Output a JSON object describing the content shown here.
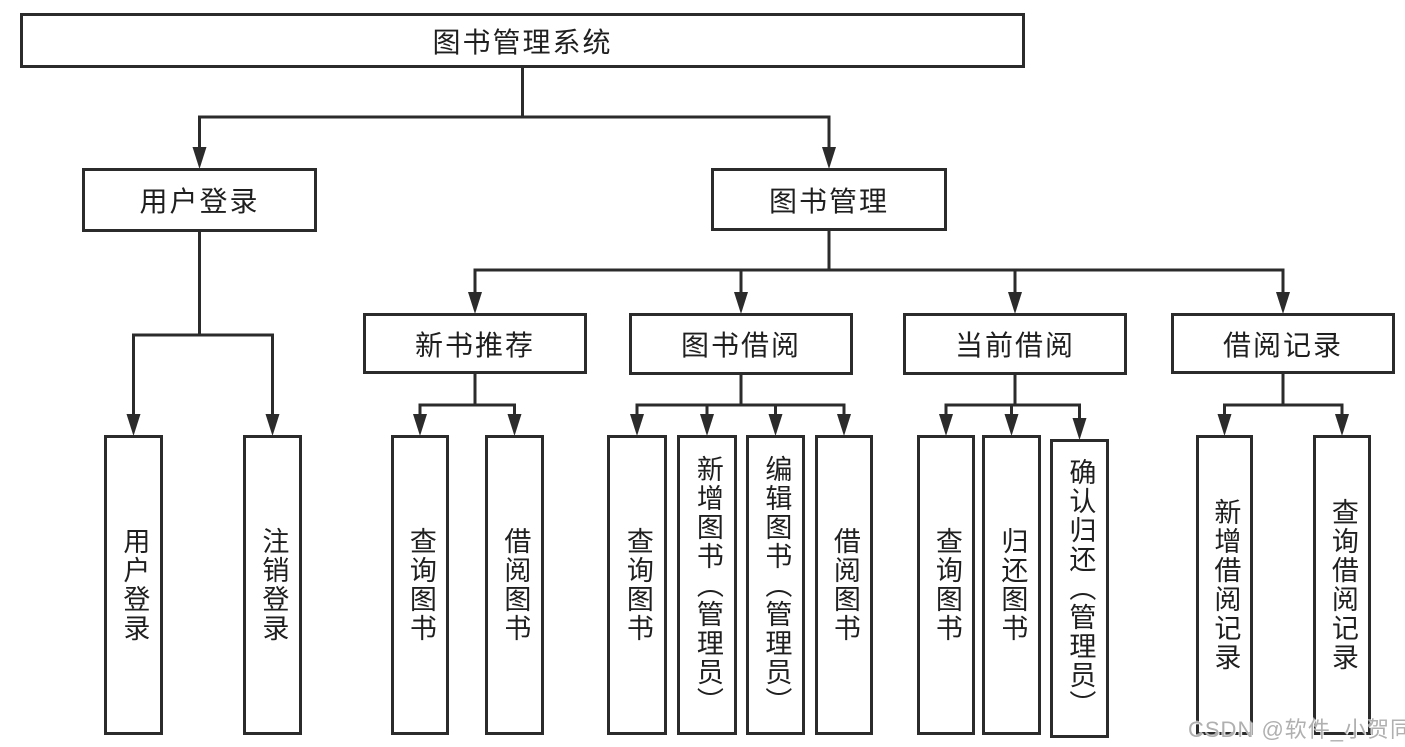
{
  "diagram_title": "图书管理系统",
  "tree": {
    "id": "root",
    "label": "图书管理系统",
    "children": [
      {
        "id": "user-login",
        "label": "用户登录",
        "children": [
          {
            "id": "leaf-user-login",
            "label": "用户登录"
          },
          {
            "id": "leaf-logout",
            "label": "注销登录"
          }
        ]
      },
      {
        "id": "book-mgmt",
        "label": "图书管理",
        "children": [
          {
            "id": "new-book-rec",
            "label": "新书推荐",
            "children": [
              {
                "id": "nbr-query",
                "label": "查询图书"
              },
              {
                "id": "nbr-borrow",
                "label": "借阅图书"
              }
            ]
          },
          {
            "id": "book-borrow",
            "label": "图书借阅",
            "children": [
              {
                "id": "bb-query",
                "label": "查询图书"
              },
              {
                "id": "bb-add",
                "label": "新增图书（管理员）"
              },
              {
                "id": "bb-edit",
                "label": "编辑图书（管理员）"
              },
              {
                "id": "bb-borrow",
                "label": "借阅图书"
              }
            ]
          },
          {
            "id": "current-borrow",
            "label": "当前借阅",
            "children": [
              {
                "id": "cb-query",
                "label": "查询图书"
              },
              {
                "id": "cb-return",
                "label": "归还图书"
              },
              {
                "id": "cb-confirm",
                "label": "确认归还（管理员）"
              }
            ]
          },
          {
            "id": "borrow-records",
            "label": "借阅记录",
            "children": [
              {
                "id": "br-add",
                "label": "新增借阅记录"
              },
              {
                "id": "br-query",
                "label": "查询借阅记录"
              }
            ]
          }
        ]
      }
    ]
  },
  "watermark": "CSDN @软件_小贺同学",
  "colors": {
    "line": "#2b2b2b",
    "text": "#1f1f1f",
    "watermark": "#b0b0b0",
    "background": "#ffffff"
  }
}
